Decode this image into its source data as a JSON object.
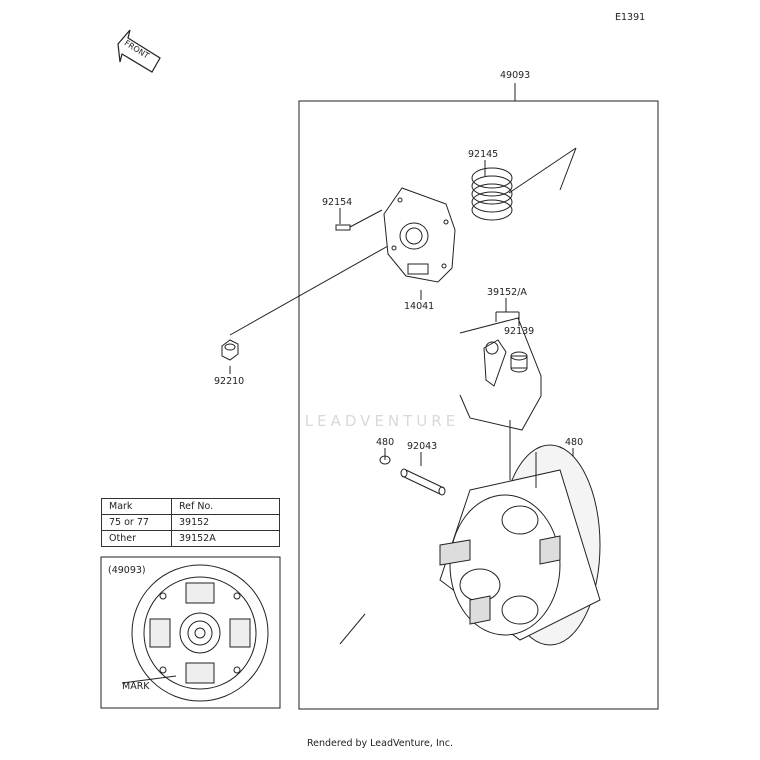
{
  "diagram_id": "E1391",
  "front_label": "FRONT",
  "parts": {
    "assembly": "49093",
    "spring": "92145",
    "screw": "92154",
    "cover": "14041",
    "weight": "39152/A",
    "roller": "92139",
    "nut": "92210",
    "oring_left": "480",
    "pin": "92043",
    "oring_right": "480"
  },
  "ref_table": {
    "headers": [
      "Mark",
      "Ref No."
    ],
    "rows": [
      [
        "75 or 77",
        "39152"
      ],
      [
        "Other",
        "39152A"
      ]
    ]
  },
  "inset": {
    "title": "(49093)",
    "mark_label": "MARK"
  },
  "watermark": "LEADVENTURE",
  "footer": "Rendered by LeadVenture, Inc."
}
